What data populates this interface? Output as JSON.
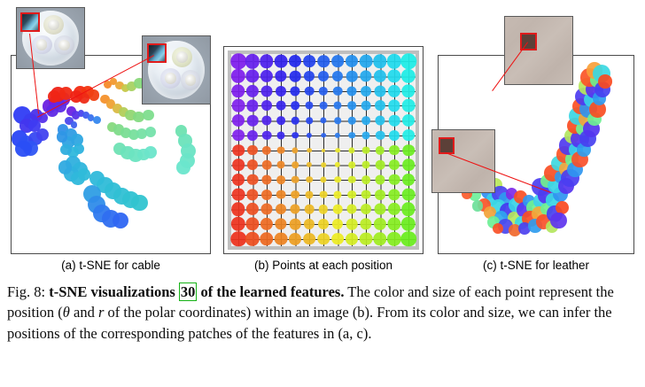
{
  "figure": {
    "label": "Fig. 8:",
    "title_bold": "t-SNE visualizations",
    "citation": "30",
    "title_bold_tail": "of the learned features.",
    "body_1": "The color and size of each point represent the position (",
    "sym_theta": "θ",
    "body_2": " and ",
    "sym_r": "r",
    "body_3": " of the polar coordinates) within an image (b). From its color and size, we can infer the positions of the corresponding patches of the features in (a, c).",
    "citation_box_color": "#15b215"
  },
  "panels": [
    {
      "id": "a",
      "caption": "(a) t-SNE for cable"
    },
    {
      "id": "b",
      "caption": "(b) Points at each position"
    },
    {
      "id": "c",
      "caption": "(c) t-SNE for leather"
    }
  ],
  "colors": {
    "leader_line": "#ee1111",
    "inset_box_border": "#e01b1b",
    "panel_border": "#4a4a4a",
    "grid_background": "#efefef",
    "grid_frame": "#bfbfbf",
    "gridline": "#2b2b2b",
    "leather_patch": "#c6bab2",
    "leather_defect": "#5c4038"
  },
  "chart_data": [
    {
      "type": "scatter",
      "title": "(a) t-SNE for cable",
      "xlabel": "",
      "ylabel": "",
      "encoding": {
        "color": "theta (polar angle) of patch position within image",
        "size": "r (polar radius) of patch position within image"
      },
      "grid": false,
      "legend": null,
      "xlim": [
        0,
        1
      ],
      "ylim": [
        0,
        1
      ],
      "points": [
        [
          0.055,
          0.3,
          13,
          "#2f3cf4"
        ],
        [
          0.095,
          0.33,
          11,
          "#3a3df0"
        ],
        [
          0.075,
          0.355,
          10,
          "#4236ee"
        ],
        [
          0.125,
          0.3,
          9,
          "#4a33ec"
        ],
        [
          0.155,
          0.315,
          8,
          "#5530ea"
        ],
        [
          0.115,
          0.355,
          9,
          "#3f3bf1"
        ],
        [
          0.04,
          0.42,
          12,
          "#2a46f6"
        ],
        [
          0.075,
          0.44,
          11,
          "#2d50f4"
        ],
        [
          0.12,
          0.42,
          10,
          "#3748f2"
        ],
        [
          0.155,
          0.4,
          9,
          "#4142ef"
        ],
        [
          0.095,
          0.47,
          11,
          "#2f55f3"
        ],
        [
          0.06,
          0.47,
          12,
          "#2a4ef6"
        ],
        [
          0.19,
          0.255,
          10,
          "#6a22e0"
        ],
        [
          0.225,
          0.235,
          11,
          "#7a1ad8"
        ],
        [
          0.26,
          0.22,
          10,
          "#6d20e0"
        ],
        [
          0.245,
          0.255,
          9,
          "#5c2ce6"
        ],
        [
          0.205,
          0.28,
          9,
          "#5f2ae5"
        ],
        [
          0.235,
          0.195,
          11,
          "#ee2317"
        ],
        [
          0.275,
          0.19,
          10,
          "#f02a14"
        ],
        [
          0.215,
          0.205,
          9,
          "#ef2516"
        ],
        [
          0.345,
          0.185,
          10,
          "#f22a12"
        ],
        [
          0.385,
          0.185,
          9,
          "#f33510"
        ],
        [
          0.415,
          0.2,
          8,
          "#f04013"
        ],
        [
          0.365,
          0.215,
          8,
          "#ee2b16"
        ],
        [
          0.325,
          0.205,
          9,
          "#ef2415"
        ],
        [
          0.3,
          0.28,
          7,
          "#6b24e2"
        ],
        [
          0.325,
          0.3,
          6,
          "#5a33e8"
        ],
        [
          0.35,
          0.29,
          5,
          "#4a45ee"
        ],
        [
          0.375,
          0.3,
          5,
          "#3f5cef"
        ],
        [
          0.4,
          0.315,
          5,
          "#3a72ee"
        ],
        [
          0.43,
          0.325,
          6,
          "#3587ee"
        ],
        [
          0.29,
          0.33,
          6,
          "#4b49ec"
        ],
        [
          0.315,
          0.35,
          5,
          "#3f62ee"
        ],
        [
          0.26,
          0.375,
          8,
          "#2f8fe8"
        ],
        [
          0.3,
          0.4,
          9,
          "#2f9ce4"
        ],
        [
          0.33,
          0.425,
          9,
          "#2ea6e2"
        ],
        [
          0.285,
          0.44,
          9,
          "#2fa3e3"
        ],
        [
          0.255,
          0.41,
          8,
          "#2e96e6"
        ],
        [
          0.34,
          0.47,
          8,
          "#2eb2de"
        ],
        [
          0.31,
          0.49,
          8,
          "#2fb8dc"
        ],
        [
          0.275,
          0.475,
          8,
          "#2faede"
        ],
        [
          0.485,
          0.145,
          6,
          "#f58a2a"
        ],
        [
          0.515,
          0.13,
          5,
          "#f2992f"
        ],
        [
          0.545,
          0.15,
          6,
          "#eaa93a"
        ],
        [
          0.575,
          0.165,
          6,
          "#c6c84a"
        ],
        [
          0.605,
          0.155,
          7,
          "#a8d262"
        ],
        [
          0.645,
          0.14,
          8,
          "#8ad87a"
        ],
        [
          0.685,
          0.135,
          9,
          "#7ddc8b"
        ],
        [
          0.72,
          0.13,
          9,
          "#79de94"
        ],
        [
          0.755,
          0.145,
          8,
          "#7adf9a"
        ],
        [
          0.47,
          0.22,
          7,
          "#f4912c"
        ],
        [
          0.5,
          0.245,
          7,
          "#efa135"
        ],
        [
          0.535,
          0.265,
          7,
          "#d9bb43"
        ],
        [
          0.565,
          0.285,
          7,
          "#b2cd59"
        ],
        [
          0.6,
          0.3,
          8,
          "#92d672"
        ],
        [
          0.64,
          0.31,
          8,
          "#84da82"
        ],
        [
          0.69,
          0.3,
          8,
          "#7edd8d"
        ],
        [
          0.505,
          0.36,
          7,
          "#86d97e"
        ],
        [
          0.54,
          0.375,
          8,
          "#7fdb8a"
        ],
        [
          0.575,
          0.39,
          8,
          "#79dd93"
        ],
        [
          0.615,
          0.4,
          8,
          "#77df9c"
        ],
        [
          0.655,
          0.395,
          8,
          "#76e0a4"
        ],
        [
          0.7,
          0.385,
          8,
          "#75e1ab"
        ],
        [
          0.545,
          0.47,
          9,
          "#6fe2b4"
        ],
        [
          0.585,
          0.49,
          10,
          "#6ce3bb"
        ],
        [
          0.625,
          0.505,
          10,
          "#6be4c1"
        ],
        [
          0.665,
          0.5,
          9,
          "#6ae5c6"
        ],
        [
          0.7,
          0.49,
          9,
          "#6be5ca"
        ],
        [
          0.855,
          0.38,
          9,
          "#6ee1b0"
        ],
        [
          0.875,
          0.43,
          10,
          "#6ce3bb"
        ],
        [
          0.89,
          0.48,
          11,
          "#6ae4c4"
        ],
        [
          0.885,
          0.53,
          11,
          "#6ae5c8"
        ],
        [
          0.865,
          0.565,
          10,
          "#6ae6cc"
        ],
        [
          0.43,
          0.62,
          11,
          "#2fb9da"
        ],
        [
          0.47,
          0.655,
          12,
          "#2fbcd8"
        ],
        [
          0.51,
          0.685,
          12,
          "#2fbed6"
        ],
        [
          0.555,
          0.71,
          12,
          "#30c0d4"
        ],
        [
          0.6,
          0.73,
          12,
          "#30c2d2"
        ],
        [
          0.645,
          0.745,
          12,
          "#31c4d0"
        ],
        [
          0.405,
          0.7,
          13,
          "#2f9ee4"
        ],
        [
          0.43,
          0.755,
          13,
          "#2f8ce9"
        ],
        [
          0.455,
          0.8,
          13,
          "#2f7aee"
        ],
        [
          0.5,
          0.825,
          13,
          "#2f6ef0"
        ],
        [
          0.55,
          0.835,
          12,
          "#2f66f2"
        ],
        [
          0.31,
          0.545,
          11,
          "#2fb0de"
        ],
        [
          0.345,
          0.575,
          11,
          "#2fb5dc"
        ],
        [
          0.3,
          0.6,
          11,
          "#2fb2dd"
        ],
        [
          0.27,
          0.565,
          10,
          "#2faae0"
        ],
        [
          0.335,
          0.62,
          10,
          "#2fb8db"
        ],
        [
          0.365,
          0.6,
          9,
          "#2fbbd9"
        ]
      ]
    },
    {
      "type": "scatter",
      "title": "(b) Points at each position",
      "xlabel": "",
      "ylabel": "",
      "grid": true,
      "grid_rows": 13,
      "grid_cols": 13,
      "encoding": {
        "color": "theta = atan2(row, col) about image center — blue/violet upper, red lower-left, green lower-right, cyan upper-right",
        "size": "r = distance from image center (small at center, large at edges)"
      },
      "note": "Regular 13x13 lattice of points; marker radius grows with distance from the lattice centre, hue set by polar angle."
    },
    {
      "type": "scatter",
      "title": "(c) t-SNE for leather",
      "xlabel": "",
      "ylabel": "",
      "encoding": {
        "color": "theta (polar angle) of patch position within image",
        "size": "r (polar radius) of patch position within image"
      },
      "grid": false,
      "legend": null,
      "xlim": [
        0,
        1
      ],
      "ylim": [
        0,
        1
      ],
      "points": [
        [
          0.095,
          0.585,
          10,
          "#f94a22"
        ],
        [
          0.125,
          0.555,
          12,
          "#fb5526"
        ],
        [
          0.16,
          0.57,
          9,
          "#3be0cf"
        ],
        [
          0.145,
          0.62,
          11,
          "#6bf08a"
        ],
        [
          0.115,
          0.645,
          9,
          "#f06a2a"
        ],
        [
          0.175,
          0.64,
          13,
          "#4a3cf2"
        ],
        [
          0.205,
          0.6,
          10,
          "#fa4a20"
        ],
        [
          0.21,
          0.665,
          8,
          "#49d9f2"
        ],
        [
          0.24,
          0.625,
          12,
          "#5f34ef"
        ],
        [
          0.185,
          0.705,
          9,
          "#6ef09a"
        ],
        [
          0.145,
          0.7,
          8,
          "#fb5a2a"
        ],
        [
          0.255,
          0.69,
          11,
          "#2f8ef2"
        ],
        [
          0.29,
          0.655,
          10,
          "#b8e85a"
        ],
        [
          0.275,
          0.725,
          9,
          "#35d2e8"
        ],
        [
          0.315,
          0.7,
          12,
          "#4a42f0"
        ],
        [
          0.235,
          0.755,
          10,
          "#f95528"
        ],
        [
          0.2,
          0.76,
          8,
          "#6de09a"
        ],
        [
          0.345,
          0.725,
          10,
          "#2f9af0"
        ],
        [
          0.305,
          0.765,
          11,
          "#3ad6e4"
        ],
        [
          0.265,
          0.795,
          9,
          "#f2a23a"
        ],
        [
          0.375,
          0.7,
          9,
          "#7d2ae8"
        ],
        [
          0.355,
          0.785,
          12,
          "#4338f0"
        ],
        [
          0.32,
          0.82,
          10,
          "#2fa6ee"
        ],
        [
          0.28,
          0.845,
          9,
          "#6cef95"
        ],
        [
          0.4,
          0.755,
          11,
          "#38d4e6"
        ],
        [
          0.42,
          0.715,
          10,
          "#f84f24"
        ],
        [
          0.385,
          0.82,
          9,
          "#b6e75c"
        ],
        [
          0.345,
          0.865,
          11,
          "#4a46ee"
        ],
        [
          0.305,
          0.875,
          8,
          "#f95026"
        ],
        [
          0.44,
          0.78,
          12,
          "#5a32ef"
        ],
        [
          0.465,
          0.735,
          9,
          "#2f98f0"
        ],
        [
          0.425,
          0.845,
          10,
          "#3ad8e2"
        ],
        [
          0.39,
          0.885,
          9,
          "#f0682c"
        ],
        [
          0.49,
          0.77,
          11,
          "#6ef092"
        ],
        [
          0.47,
          0.825,
          12,
          "#fb4f22"
        ],
        [
          0.44,
          0.875,
          9,
          "#4c40ef"
        ],
        [
          0.52,
          0.735,
          10,
          "#3fd0e8"
        ],
        [
          0.515,
          0.8,
          11,
          "#f2a93c"
        ],
        [
          0.495,
          0.86,
          10,
          "#2f9cee"
        ],
        [
          0.55,
          0.705,
          12,
          "#5532ef"
        ],
        [
          0.555,
          0.775,
          9,
          "#6fef8e"
        ],
        [
          0.54,
          0.84,
          11,
          "#f9512a"
        ],
        [
          0.585,
          0.73,
          10,
          "#38d6e4"
        ],
        [
          0.595,
          0.8,
          12,
          "#4740f0"
        ],
        [
          0.58,
          0.865,
          9,
          "#b4e65e"
        ],
        [
          0.625,
          0.7,
          11,
          "#2f92f0"
        ],
        [
          0.635,
          0.77,
          10,
          "#fa4a20"
        ],
        [
          0.615,
          0.835,
          12,
          "#5e34ee"
        ],
        [
          0.525,
          0.665,
          13,
          "#4b3ef0"
        ],
        [
          0.56,
          0.635,
          10,
          "#72ef8d"
        ],
        [
          0.6,
          0.655,
          11,
          "#3ad4e6"
        ],
        [
          0.585,
          0.595,
          12,
          "#f84e24"
        ],
        [
          0.625,
          0.615,
          9,
          "#2f9aef"
        ],
        [
          0.655,
          0.66,
          12,
          "#5634ef"
        ],
        [
          0.615,
          0.545,
          11,
          "#3fd8e0"
        ],
        [
          0.655,
          0.575,
          10,
          "#f2a63c"
        ],
        [
          0.675,
          0.62,
          13,
          "#4a3ef1"
        ],
        [
          0.645,
          0.5,
          12,
          "#fb5526"
        ],
        [
          0.685,
          0.525,
          10,
          "#6df091"
        ],
        [
          0.7,
          0.575,
          11,
          "#2f96f0"
        ],
        [
          0.665,
          0.455,
          13,
          "#4f3aef"
        ],
        [
          0.705,
          0.475,
          10,
          "#38d2e7"
        ],
        [
          0.725,
          0.525,
          12,
          "#f9502a"
        ],
        [
          0.685,
          0.405,
          11,
          "#b2e65f"
        ],
        [
          0.725,
          0.42,
          13,
          "#5532ef"
        ],
        [
          0.745,
          0.475,
          10,
          "#2f9eee"
        ],
        [
          0.7,
          0.355,
          12,
          "#fa4b21"
        ],
        [
          0.74,
          0.37,
          10,
          "#6ff08f"
        ],
        [
          0.765,
          0.42,
          12,
          "#4740f0"
        ],
        [
          0.715,
          0.305,
          13,
          "#3ad6e4"
        ],
        [
          0.755,
          0.32,
          11,
          "#f2a23a"
        ],
        [
          0.785,
          0.37,
          12,
          "#5434ef"
        ],
        [
          0.73,
          0.255,
          12,
          "#fb5024"
        ],
        [
          0.77,
          0.27,
          13,
          "#2f94f0"
        ],
        [
          0.8,
          0.32,
          10,
          "#6ef093"
        ],
        [
          0.745,
          0.205,
          13,
          "#4c3cf0"
        ],
        [
          0.785,
          0.22,
          11,
          "#38d4e6"
        ],
        [
          0.815,
          0.27,
          12,
          "#f84e22"
        ],
        [
          0.76,
          0.155,
          12,
          "#b6e85c"
        ],
        [
          0.8,
          0.17,
          13,
          "#5730ef"
        ],
        [
          0.825,
          0.215,
          10,
          "#2f9aef"
        ],
        [
          0.775,
          0.11,
          13,
          "#fb5527"
        ],
        [
          0.815,
          0.125,
          11,
          "#6df08e"
        ],
        [
          0.84,
          0.17,
          12,
          "#4540f0"
        ],
        [
          0.8,
          0.075,
          12,
          "#f9a03a"
        ],
        [
          0.835,
          0.09,
          13,
          "#3ad8e2"
        ],
        [
          0.855,
          0.13,
          10,
          "#fa4a20"
        ]
      ]
    }
  ],
  "insets": {
    "panel_a": [
      {
        "name": "cable-inset-left",
        "patch_position": "upper-left of cable cross-section"
      },
      {
        "name": "cable-inset-right",
        "patch_position": "upper-left of cable cross-section"
      }
    ],
    "panel_c": [
      {
        "name": "leather-inset-top",
        "patch_position": "upper-left of leather swatch"
      },
      {
        "name": "leather-inset-left",
        "patch_position": "upper-left of leather swatch"
      }
    ]
  }
}
